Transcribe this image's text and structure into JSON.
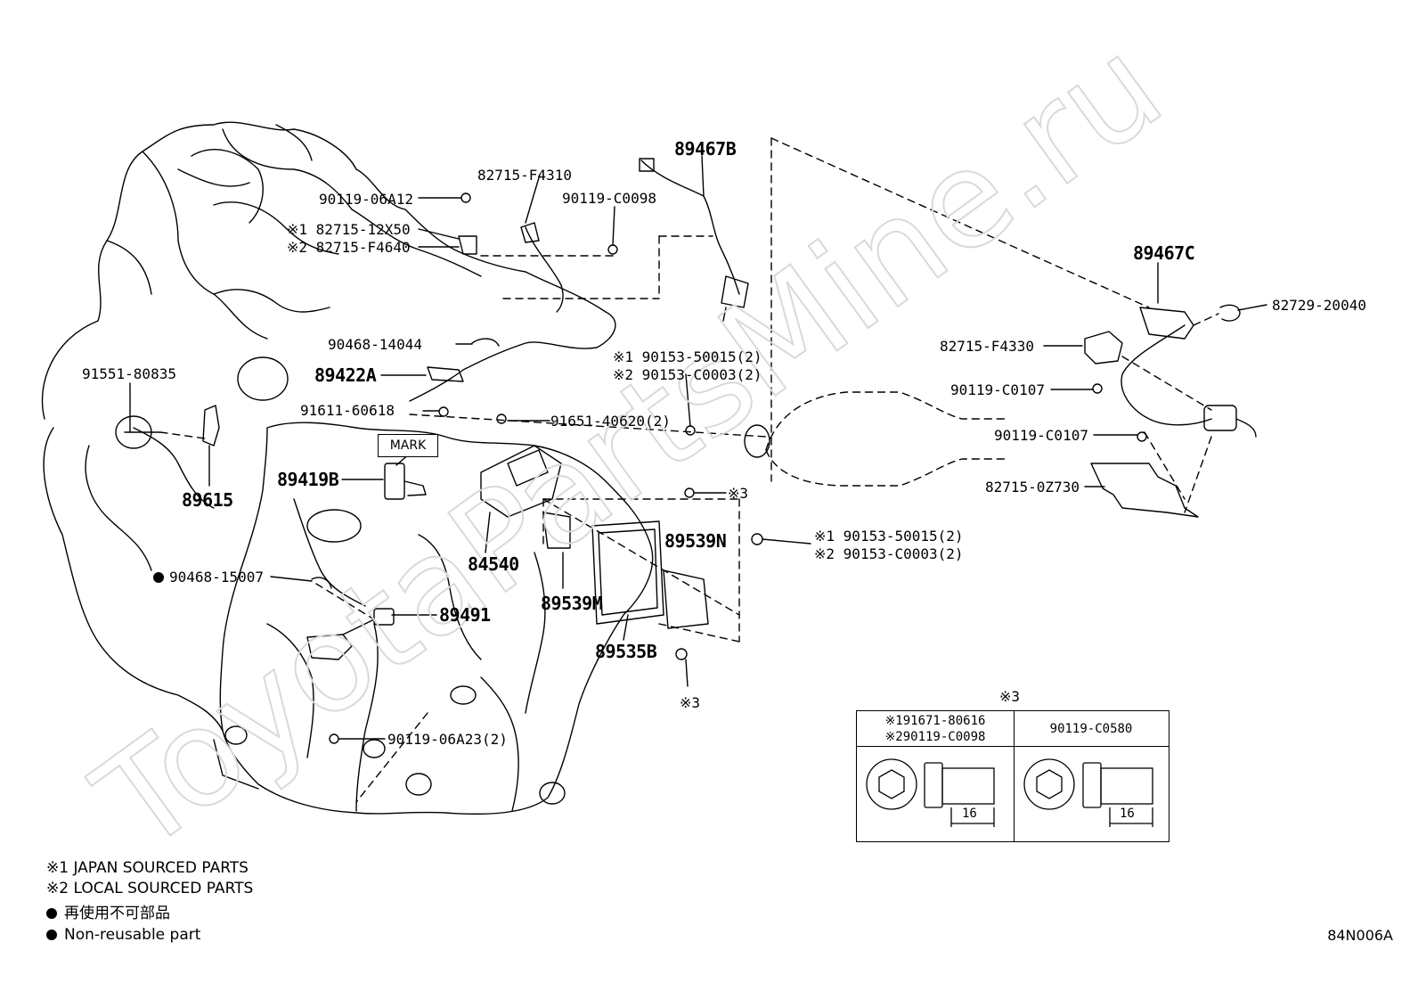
{
  "callouts": [
    {
      "id": "p89467B",
      "text": "89467B",
      "big": true
    },
    {
      "id": "p82715F4310",
      "text": "82715-F4310"
    },
    {
      "id": "p9011906A12",
      "text": "90119-06A12"
    },
    {
      "id": "p90119C0098",
      "text": "90119-C0098"
    },
    {
      "id": "p8271512X50",
      "text": "※1 82715-12X50"
    },
    {
      "id": "p82715F4640",
      "text": "※2 82715-F4640"
    },
    {
      "id": "p89467C",
      "text": "89467C",
      "big": true
    },
    {
      "id": "p8272920040",
      "text": "82729-20040"
    },
    {
      "id": "p82715F4330",
      "text": "82715-F4330"
    },
    {
      "id": "p90119C0107a",
      "text": "90119-C0107"
    },
    {
      "id": "p90119C0107b",
      "text": "90119-C0107"
    },
    {
      "id": "p827150Z730",
      "text": "82715-0Z730"
    },
    {
      "id": "p9046814044",
      "text": "90468-14044"
    },
    {
      "id": "p89422A",
      "text": "89422A",
      "big": true
    },
    {
      "id": "p9015350015a",
      "text": "※1 90153-50015(2)"
    },
    {
      "id": "p90153C0003a",
      "text": "※2 90153-C0003(2)"
    },
    {
      "id": "p9155180835",
      "text": "91551-80835"
    },
    {
      "id": "p9161160618",
      "text": "91611-60618"
    },
    {
      "id": "p9165140620",
      "text": "91651-40620(2)"
    },
    {
      "id": "p89419B",
      "text": "89419B",
      "big": true
    },
    {
      "id": "p89615",
      "text": "89615",
      "big": true
    },
    {
      "id": "px3a",
      "text": "※3"
    },
    {
      "id": "p89539N",
      "text": "89539N",
      "big": true
    },
    {
      "id": "p9015350015b",
      "text": "※1 90153-50015(2)"
    },
    {
      "id": "p90153C0003b",
      "text": "※2 90153-C0003(2)"
    },
    {
      "id": "p84540",
      "text": "84540",
      "big": true
    },
    {
      "id": "p9046815007",
      "text": "90468-15007"
    },
    {
      "id": "p89491",
      "text": "89491",
      "big": true
    },
    {
      "id": "p89539M",
      "text": "89539M",
      "big": true
    },
    {
      "id": "p89535B",
      "text": "89535B",
      "big": true
    },
    {
      "id": "px3b",
      "text": "※3"
    },
    {
      "id": "p9011906A23",
      "text": "90119-06A23(2)"
    },
    {
      "id": "px3c",
      "text": "※3"
    }
  ],
  "mark_label": "MARK",
  "torque_table": {
    "left_head_line1": "※191671-80616",
    "left_head_line2": "※290119-C0098",
    "right_head": "90119-C0580",
    "left_dim": "16",
    "right_dim": "16"
  },
  "legend": {
    "line1": "※1 JAPAN SOURCED PARTS",
    "line2": "※2 LOCAL SOURCED PARTS",
    "line3": "再使用不可部品",
    "line4": "Non-reusable part"
  },
  "diagram_code": "84N006A",
  "watermark_text": "ToyotaPartsMine.ru"
}
